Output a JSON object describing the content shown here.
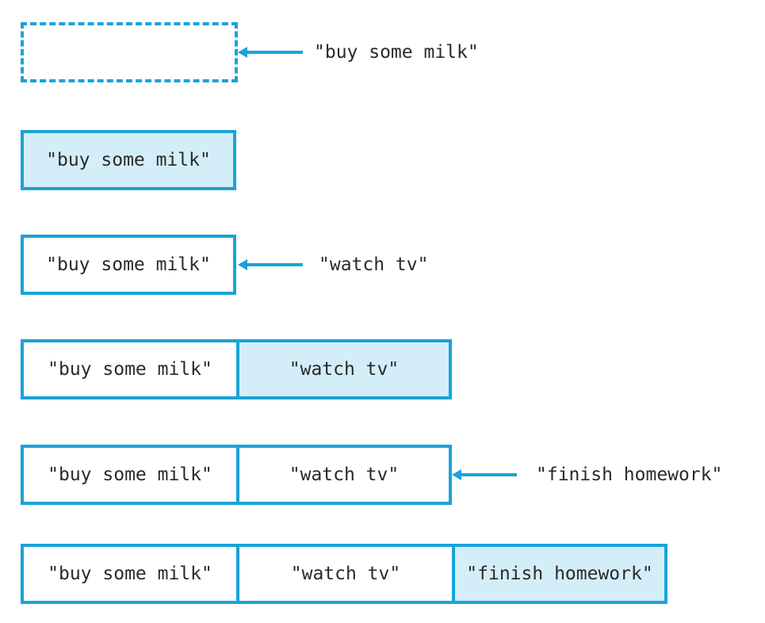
{
  "colors": {
    "border": "#1aa3d9",
    "highlight_fill": "#d4eef9",
    "text": "#2a2a2a"
  },
  "steps": [
    {
      "cells": [],
      "incoming": "\"buy some milk\""
    },
    {
      "cells": [
        {
          "text": "\"buy some milk\"",
          "highlight": true
        }
      ],
      "incoming": null
    },
    {
      "cells": [
        {
          "text": "\"buy some milk\"",
          "highlight": false
        }
      ],
      "incoming": "\"watch tv\""
    },
    {
      "cells": [
        {
          "text": "\"buy some milk\"",
          "highlight": false
        },
        {
          "text": "\"watch tv\"",
          "highlight": true
        }
      ],
      "incoming": null
    },
    {
      "cells": [
        {
          "text": "\"buy some milk\"",
          "highlight": false
        },
        {
          "text": "\"watch tv\"",
          "highlight": false
        }
      ],
      "incoming": "\"finish homework\""
    },
    {
      "cells": [
        {
          "text": "\"buy some milk\"",
          "highlight": false
        },
        {
          "text": "\"watch tv\"",
          "highlight": false
        },
        {
          "text": "\"finish homework\"",
          "highlight": true
        }
      ],
      "incoming": null
    }
  ]
}
